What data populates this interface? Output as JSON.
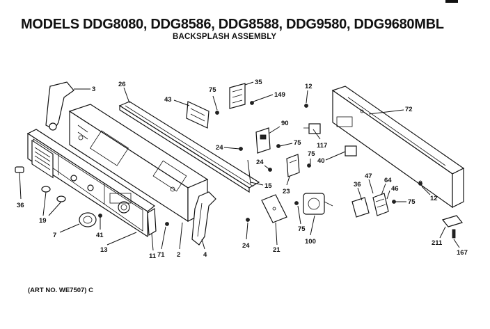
{
  "title": "MODELS DDG8080, DDG8586, DDG8588, DDG9580, DDG9680MBL",
  "subtitle": "BACKSPLASH ASSEMBLY",
  "art_number": "(ART NO. WE7507) C",
  "callouts": {
    "c3": "3",
    "c26": "26",
    "c43": "43",
    "c75a": "75",
    "c35": "35",
    "c149": "149",
    "c12a": "12",
    "c72": "72",
    "c90": "90",
    "c75b": "75",
    "c117": "117",
    "c24a": "24",
    "c75c": "75",
    "c40": "40",
    "c24b": "24",
    "c15": "15",
    "c23": "23",
    "c36a": "36",
    "c47": "47",
    "c64": "64",
    "c46": "46",
    "c75d": "75",
    "c12b": "12",
    "c36b": "36",
    "c19": "19",
    "c7": "7",
    "c41": "41",
    "c13": "13",
    "c11": "11",
    "c71": "71",
    "c2": "2",
    "c4": "4",
    "c24c": "24",
    "c21": "21",
    "c75e": "75",
    "c100": "100",
    "c211": "211",
    "c167": "167"
  }
}
